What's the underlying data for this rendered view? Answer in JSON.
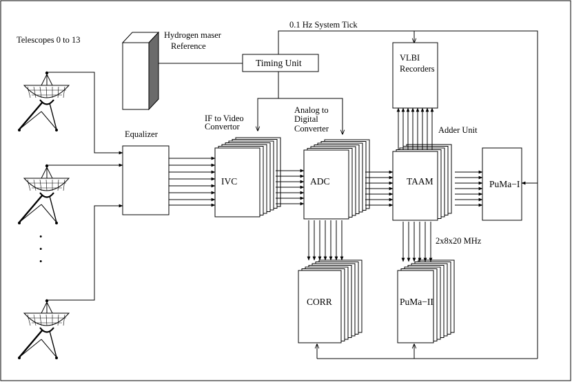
{
  "labels": {
    "telescopes": "Telescopes 0 to 13",
    "maser_line1": "Hydrogen maser",
    "maser_line2": "Reference",
    "system_tick": "0.1 Hz System Tick",
    "timing_unit": "Timing Unit",
    "vlbi_line1": "VLBI",
    "vlbi_line2": "Recorders",
    "equalizer": "Equalizer",
    "ivc_caption_line1": "IF to Video",
    "ivc_caption_line2": "Convertor",
    "adc_caption_line1": "Analog to",
    "adc_caption_line2": "Digital",
    "adc_caption_line3": "Converter",
    "adder_unit": "Adder Unit",
    "ivc": "IVC",
    "adc": "ADC",
    "taam": "TAAM",
    "puma1": "PuMa−I",
    "corr": "CORR",
    "puma2": "PuMa−II",
    "bandwidth": "2x8x20 MHz"
  },
  "ellipsis": "•\n•\n•"
}
